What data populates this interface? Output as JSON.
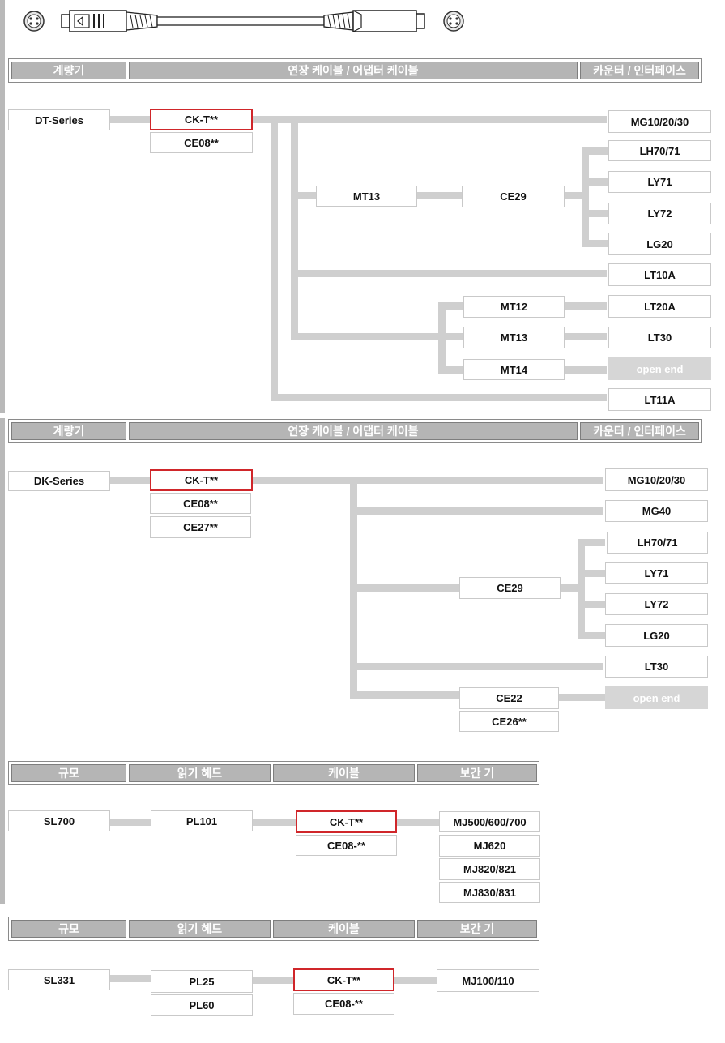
{
  "colors": {
    "accent_red": "#d0262a",
    "line_gray": "#cfcfcf",
    "header_gray": "#b5b5b5",
    "open_end_gray": "#d6d6d6"
  },
  "section1": {
    "headers": [
      "계량기",
      "연장 케이블 / 어댑터 케이블",
      "카운터 / 인터페이스"
    ],
    "source": "DT-Series",
    "cables": [
      "CK-T**",
      "CE08**"
    ],
    "adapters": {
      "mt13_top": "MT13",
      "ce29": "CE29",
      "mt12": "MT12",
      "mt13": "MT13",
      "mt14": "MT14"
    },
    "targets": {
      "mg": "MG10/20/30",
      "lh": "LH70/71",
      "ly71": "LY71",
      "ly72": "LY72",
      "lg20": "LG20",
      "lt10a": "LT10A",
      "lt20a": "LT20A",
      "lt30": "LT30",
      "open_end": "open end",
      "lt11a": "LT11A"
    }
  },
  "section2": {
    "headers": [
      "계량기",
      "연장 케이블 / 어댑터 케이블",
      "카운터 / 인터페이스"
    ],
    "source": "DK-Series",
    "cables": [
      "CK-T**",
      "CE08**",
      "CE27**"
    ],
    "adapters": {
      "ce29": "CE29",
      "ce22": "CE22",
      "ce26": "CE26**"
    },
    "targets": {
      "mg": "MG10/20/30",
      "mg40": "MG40",
      "lh": "LH70/71",
      "ly71": "LY71",
      "ly72": "LY72",
      "lg20": "LG20",
      "lt30": "LT30",
      "open_end": "open end"
    }
  },
  "section3": {
    "headers": [
      "규모",
      "읽기 헤드",
      "케이블",
      "보간 기"
    ],
    "source": "SL700",
    "head": "PL101",
    "cables": [
      "CK-T**",
      "CE08-**"
    ],
    "targets": [
      "MJ500/600/700",
      "MJ620",
      "MJ820/821",
      "MJ830/831"
    ]
  },
  "section4": {
    "headers": [
      "규모",
      "읽기 헤드",
      "케이블",
      "보간 기"
    ],
    "source": "SL331",
    "heads": [
      "PL25",
      "PL60"
    ],
    "cables": [
      "CK-T**",
      "CE08-**"
    ],
    "targets": [
      "MJ100/110"
    ]
  }
}
